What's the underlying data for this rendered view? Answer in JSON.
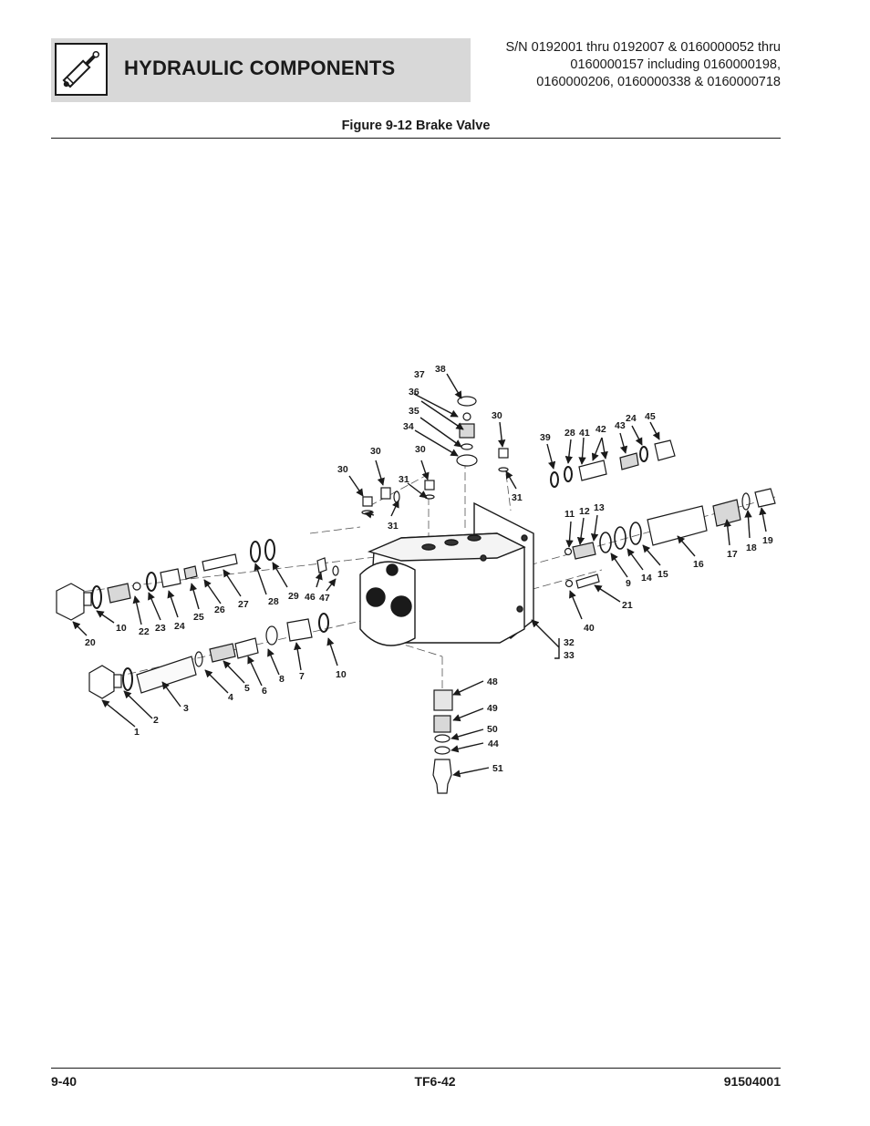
{
  "header": {
    "section_title": "HYDRAULIC COMPONENTS",
    "serial_lines": [
      "S/N 0192001 thru 0192007 & 0160000052 thru",
      "0160000157 including 0160000198,",
      "0160000206, 0160000338 & 0160000718"
    ],
    "icon": "hydraulic-cylinder-icon"
  },
  "figure": {
    "caption": "Figure 9-12 Brake Valve"
  },
  "callouts": [
    "1",
    "2",
    "3",
    "4",
    "5",
    "6",
    "7",
    "8",
    "9",
    "10",
    "10",
    "11",
    "12",
    "13",
    "14",
    "15",
    "16",
    "17",
    "18",
    "19",
    "20",
    "21",
    "22",
    "23",
    "24",
    "24",
    "25",
    "26",
    "27",
    "28",
    "28",
    "29",
    "30",
    "30",
    "30",
    "30",
    "31",
    "31",
    "31",
    "32",
    "33",
    "34",
    "35",
    "36",
    "37",
    "38",
    "39",
    "40",
    "41",
    "42",
    "43",
    "44",
    "45",
    "46",
    "47",
    "48",
    "49",
    "50",
    "51"
  ],
  "footer": {
    "page_number": "9-40",
    "model": "TF6-42",
    "manual_number": "91504001"
  }
}
